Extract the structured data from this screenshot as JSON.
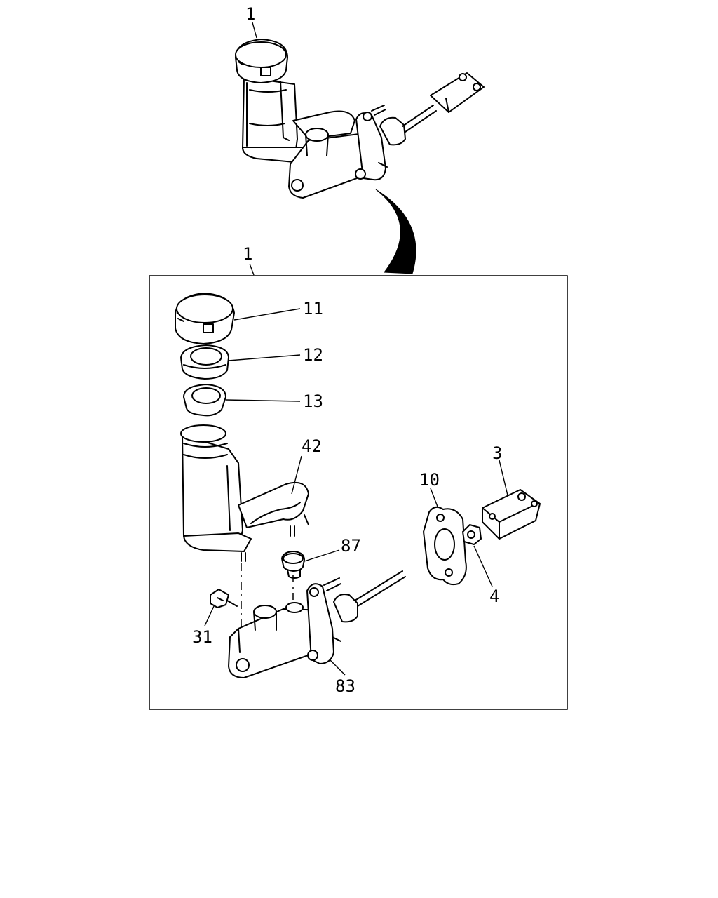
{
  "callouts": {
    "assembly_top": "1",
    "assembly_box": "1",
    "cap": "11",
    "filter": "12",
    "seal": "13",
    "reservoir": "42",
    "clevis": "3",
    "gasket": "10",
    "grommet": "87",
    "nut": "4",
    "bolt": "31",
    "master_cylinder": "83"
  }
}
